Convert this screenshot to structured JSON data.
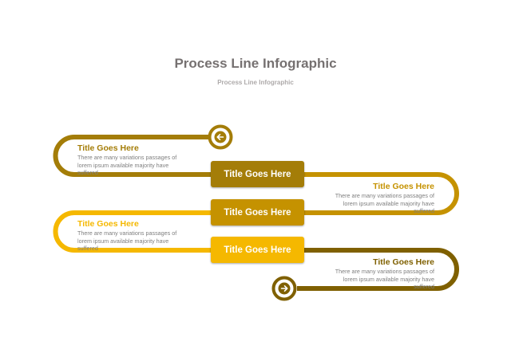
{
  "header": {
    "title": "Process Line Infographic",
    "subtitle": "Process Line Infographic"
  },
  "boxes": [
    {
      "label": "Title Goes Here",
      "color": "#A47D08"
    },
    {
      "label": "Title Goes Here",
      "color": "#C59200"
    },
    {
      "label": "Title Goes Here",
      "color": "#F5B800"
    }
  ],
  "steps": [
    {
      "title": "Title Goes Here",
      "text": "There are many variations passages of lorem ipsum available  majority have suffered",
      "title_color": "#A47D08"
    },
    {
      "title": "Title Goes Here",
      "text": "There are many variations passages of lorem ipsum available  majority have suffered",
      "title_color": "#C59200"
    },
    {
      "title": "Title Goes Here",
      "text": "There are many variations passages of lorem ipsum available  majority have suffered",
      "title_color": "#F5B800"
    },
    {
      "title": "Title Goes Here",
      "text": "There are many variations passages of lorem ipsum available  majority have suffered",
      "title_color": "#7F6000"
    }
  ],
  "icons": {
    "start": "arrow-left-circle-icon",
    "end": "arrow-right-circle-icon"
  },
  "colors": {
    "track_1": "#A47D08",
    "track_2": "#C59200",
    "track_3": "#F5B800",
    "track_4": "#7F6000"
  }
}
